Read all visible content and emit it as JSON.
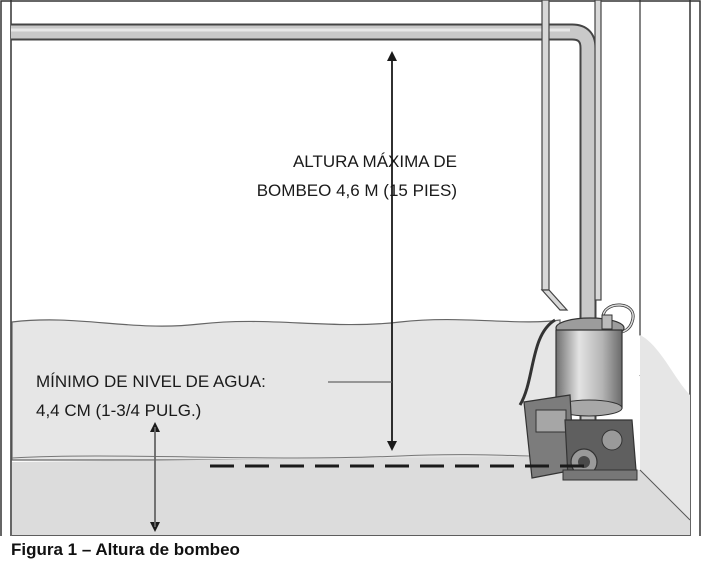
{
  "figure": {
    "caption": "Figura 1 – Altura de bombeo"
  },
  "labels": {
    "max_head_line1": "ALTURA MÁXIMA DE",
    "max_head_line2": "BOMBEO 4,6 M (15 PIES)",
    "min_water_line1": "MÍNIMO DE NIVEL DE AGUA:",
    "min_water_line2": "4,4 CM (1-3/4 PULG.)"
  },
  "colors": {
    "frame": "#333333",
    "pipe_fill": "#c9c9c9",
    "water_fill": "#e6e6e6",
    "floor_fill": "#dcdcdc",
    "pump_dark": "#8a8a8a",
    "pump_light": "#cfcfcf",
    "ink": "#1a1a1a"
  }
}
